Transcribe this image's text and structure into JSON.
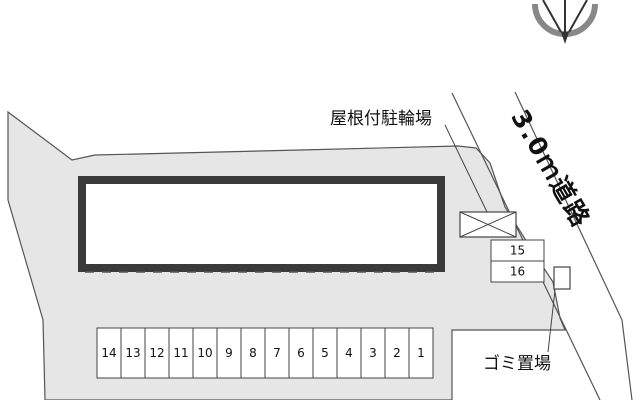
{
  "map": {
    "road_label": "3.0ｍ道路",
    "bike_parking_label": "屋根付駐輪場",
    "garbage_label": "ゴミ置場",
    "parking_slots_row": [
      "14",
      "13",
      "12",
      "11",
      "10",
      "9",
      "8",
      "7",
      "6",
      "5",
      "4",
      "3",
      "2",
      "1"
    ],
    "parking_slots_side": [
      "15",
      "16"
    ]
  },
  "colors": {
    "lot_fill": "#e6e6e6",
    "building_border": "#3a3a3a",
    "outline": "#444444"
  },
  "icons": [
    "compass-icon"
  ]
}
